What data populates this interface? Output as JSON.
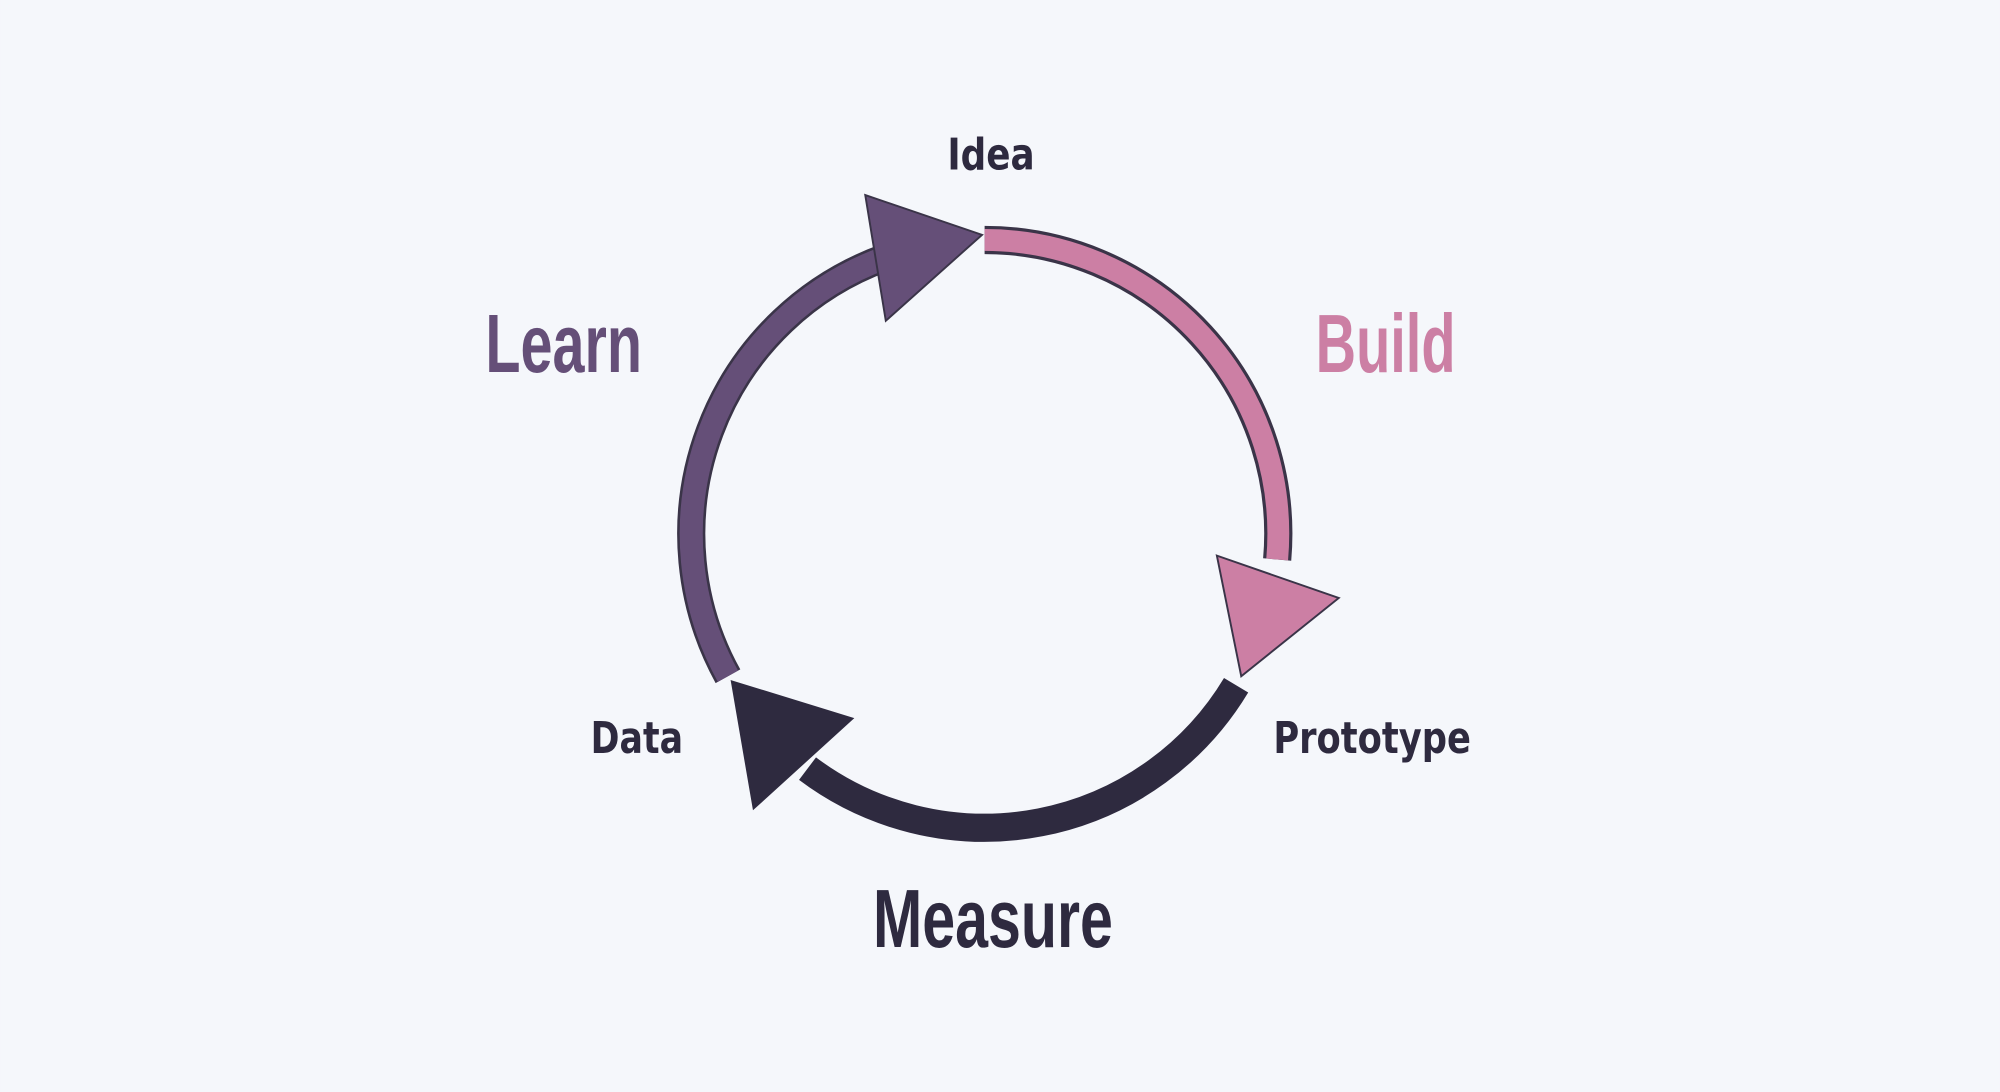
{
  "diagram": {
    "phases": [
      {
        "name": "Build",
        "color": "#cc7fa4"
      },
      {
        "name": "Measure",
        "color": "#2e2a3f"
      },
      {
        "name": "Learn",
        "color": "#654f78"
      }
    ],
    "nodes": [
      "Idea",
      "Prototype",
      "Data"
    ]
  }
}
